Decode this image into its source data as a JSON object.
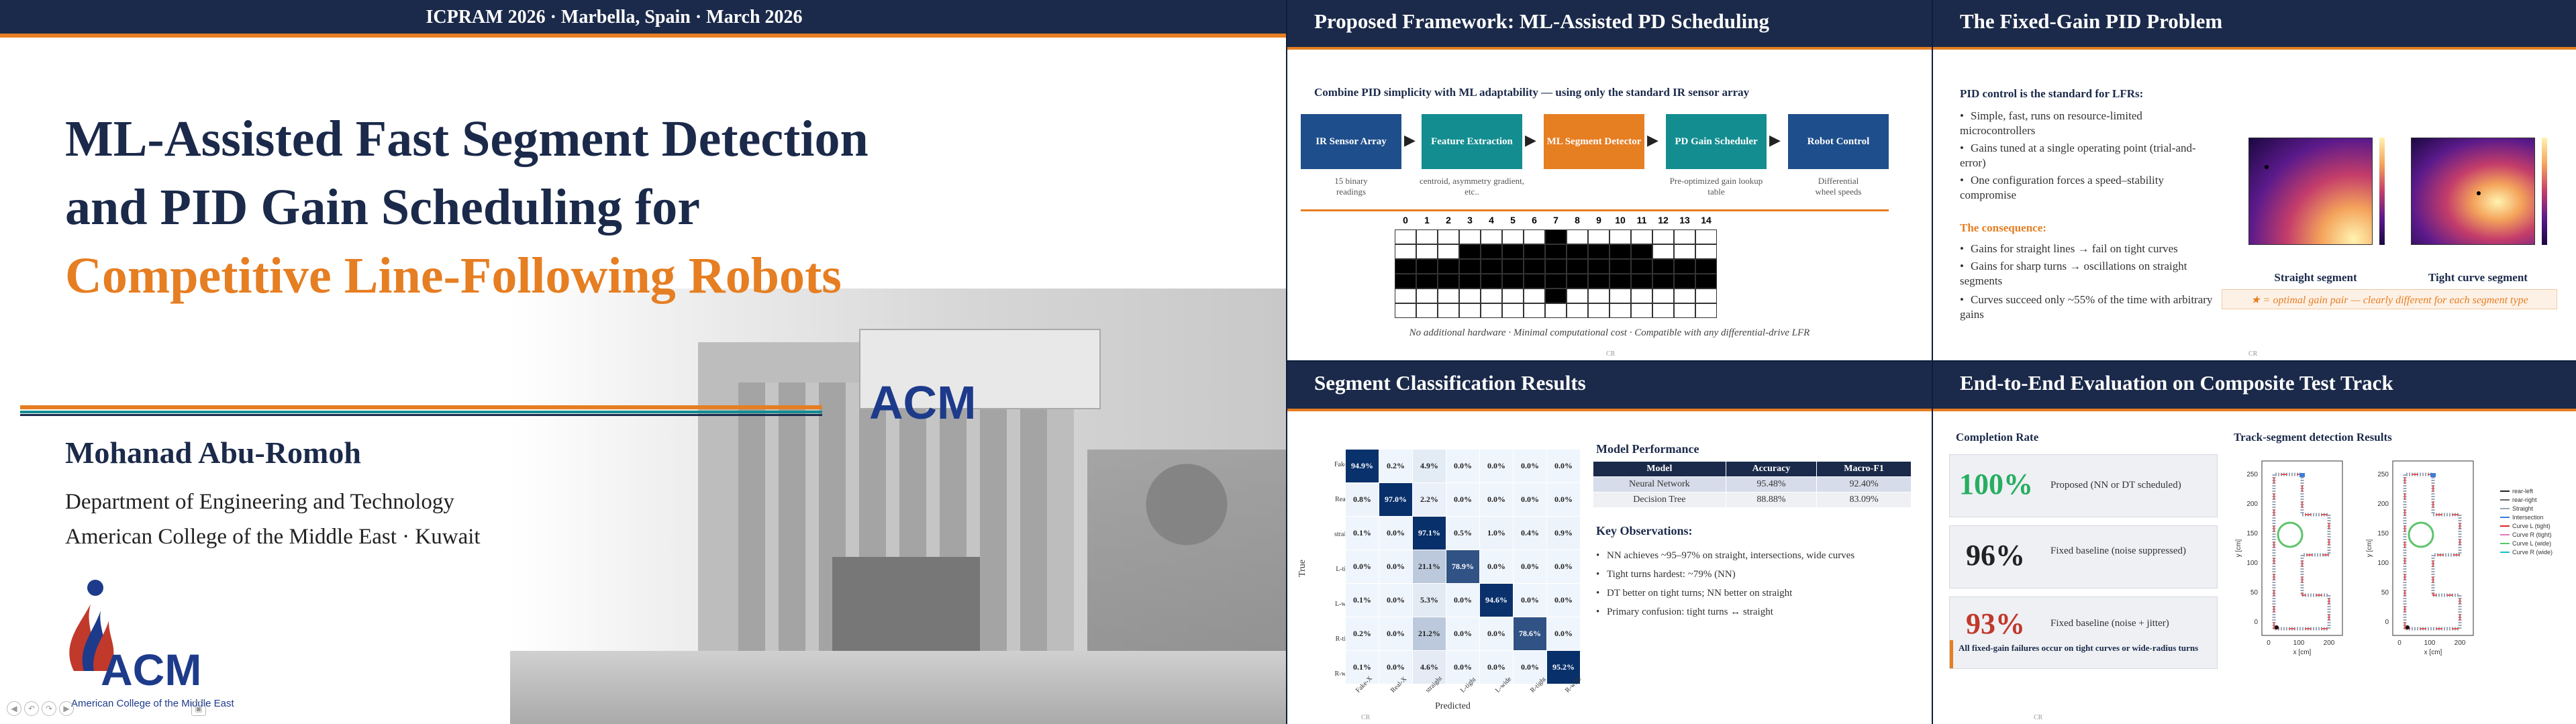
{
  "title_slide": {
    "conference": "ICPRAM 2026  ·  Marbella, Spain  ·  March 2026",
    "title_line1": "ML-Assisted Fast Segment Detection",
    "title_line2": "and PID Gain Scheduling for",
    "title_line3": "Competitive Line-Following Robots",
    "author": "Mohanad Abu-Romoh",
    "dept": "Department of Engineering and Technology",
    "affil": "American College of the Middle East  ·  Kuwait",
    "logo_text": "ACM",
    "logo_caption": "American College of the Middle East",
    "colors": {
      "navy": "#1b2a4a",
      "orange": "#e67e22",
      "teal": "#138d90"
    }
  },
  "framework_slide": {
    "title": "Proposed Framework: ML-Assisted PD Scheduling",
    "subtitle": "Combine PID simplicity with ML adaptability — using only the standard IR sensor array",
    "steps": [
      {
        "label": "IR Sensor Array",
        "sub": "15 binary readings"
      },
      {
        "label": "Feature Extraction",
        "sub": "centroid, asymmetry gradient, etc.."
      },
      {
        "label": "ML Segment Detector",
        "sub": ""
      },
      {
        "label": "PD Gain Scheduler",
        "sub": "Pre-optimized gain lookup table"
      },
      {
        "label": "Robot Control",
        "sub": "Differential wheel speeds"
      }
    ],
    "sensor_indices": [
      "0",
      "1",
      "2",
      "3",
      "4",
      "5",
      "6",
      "7",
      "8",
      "9",
      "10",
      "11",
      "12",
      "13",
      "14"
    ],
    "footer": "No additional hardware  ·  Minimal computational cost  ·  Compatible with any differential-drive LFR"
  },
  "pid_slide": {
    "title": "The Fixed-Gain PID Problem",
    "heading1": "PID control is the standard for LFRs:",
    "bullets1": [
      "Simple, fast, runs on resource-limited microcontrollers",
      "Gains tuned at a single operating point (trial-and-error)",
      "One configuration forces a speed–stability compromise"
    ],
    "heading2": "The consequence:",
    "bullets2": [
      "Gains for straight lines → fail on tight curves",
      "Gains for sharp turns → oscillations on straight segments",
      "Curves succeed only ~55% of the time with arbitrary gains"
    ],
    "caption_left": "Straight segment",
    "caption_right": "Tight curve segment",
    "note": "★ = optimal gain pair — clearly different for each segment type"
  },
  "classif_slide": {
    "title": "Segment Classification Results",
    "row_labels": [
      "Fake-X",
      "Real-X",
      "straight",
      "L-tight",
      "L-wide",
      "R-tight",
      "R-wide"
    ],
    "col_labels": [
      "Fake-X",
      "Real-X",
      "straight",
      "L-tight",
      "L-wide",
      "R-tight",
      "R-wide"
    ],
    "matrix": [
      [
        "94.9%",
        "0.2%",
        "4.9%",
        "0.0%",
        "0.0%",
        "0.0%",
        "0.0%"
      ],
      [
        "0.8%",
        "97.0%",
        "2.2%",
        "0.0%",
        "0.0%",
        "0.0%",
        "0.0%"
      ],
      [
        "0.1%",
        "0.0%",
        "97.1%",
        "0.5%",
        "1.0%",
        "0.4%",
        "0.9%"
      ],
      [
        "0.0%",
        "0.0%",
        "21.1%",
        "78.9%",
        "0.0%",
        "0.0%",
        "0.0%"
      ],
      [
        "0.1%",
        "0.0%",
        "5.3%",
        "0.0%",
        "94.6%",
        "0.0%",
        "0.0%"
      ],
      [
        "0.2%",
        "0.0%",
        "21.2%",
        "0.0%",
        "0.0%",
        "78.6%",
        "0.0%"
      ],
      [
        "0.1%",
        "0.0%",
        "4.6%",
        "0.0%",
        "0.0%",
        "0.0%",
        "95.2%"
      ]
    ],
    "axis_y": "True",
    "axis_x": "Predicted",
    "perf_title": "Model Performance",
    "perf_headers": [
      "Model",
      "Accuracy",
      "Macro-F1"
    ],
    "perf_rows": [
      [
        "Neural Network",
        "95.48%",
        "92.40%"
      ],
      [
        "Decision Tree",
        "88.88%",
        "83.09%"
      ]
    ],
    "obs_title": "Key Observations:",
    "observations": [
      "NN achieves ~95–97% on straight, intersections, wide curves",
      "Tight turns hardest: ~79% (NN)",
      "DT better on tight turns; NN better on straight",
      "Primary confusion: tight turns ↔ straight"
    ]
  },
  "eval_slide": {
    "title": "End-to-End Evaluation on Composite Test Track",
    "completion_title": "Completion Rate",
    "detection_title": "Track-segment detection Results",
    "cards": [
      {
        "pct": "100%",
        "label": "Proposed (NN or DT scheduled)",
        "color": "#27ae60"
      },
      {
        "pct": "96%",
        "label": "Fixed baseline  (noise suppressed)",
        "color": "#222222"
      },
      {
        "pct": "93%",
        "label": "Fixed baseline  (noise + jitter)",
        "color": "#c0392b"
      }
    ],
    "note": "All fixed-gain failures occur on tight curves or wide-radius turns",
    "legend": [
      "rear-left",
      "rear-right",
      "Straight",
      "Intersection",
      "Curve L (tight)",
      "Curve R (tight)",
      "Curve L (wide)",
      "Curve R (wide)"
    ],
    "ylabel": "y [cm]",
    "xlabel": "x [cm]",
    "xticks": [
      "0",
      "100",
      "200"
    ],
    "yticks": [
      "0",
      "50",
      "100",
      "150",
      "200",
      "250"
    ]
  }
}
